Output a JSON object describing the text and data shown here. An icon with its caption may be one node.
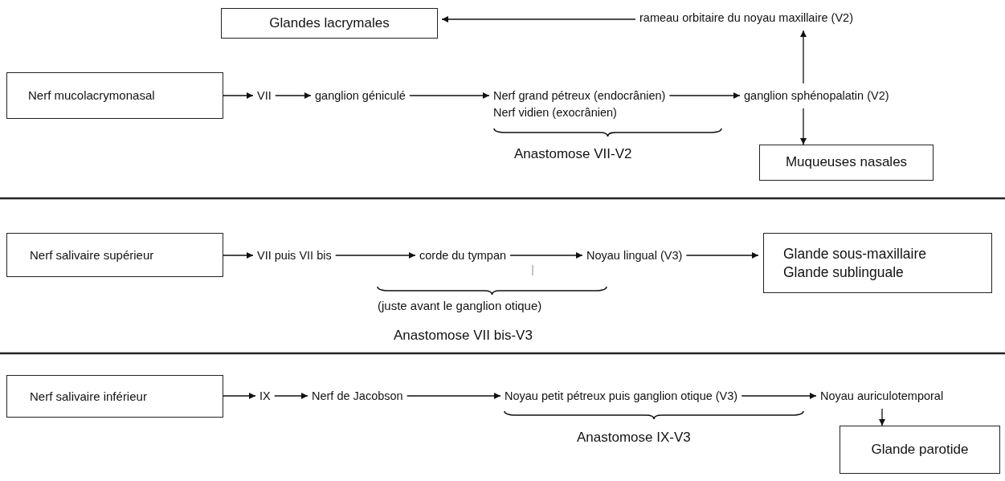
{
  "diagram": {
    "nodes": [
      {
        "text": [
          "Glandes lacrymales"
        ]
      },
      {
        "text": [
          "rameau orbitaire du noyau maxillaire (V2)"
        ]
      },
      {
        "text": [
          "Nerf mucolacrymonasal"
        ]
      },
      {
        "text": [
          "VII"
        ]
      },
      {
        "text": [
          "ganglion géniculé"
        ]
      },
      {
        "text": [
          "Nerf grand pétreux (endocrânien)",
          "Nerf vidien (exocrânien)"
        ]
      },
      {
        "text": [
          "ganglion sphénopalatin (V2)"
        ]
      },
      {
        "text": [
          "Muqueuses nasales"
        ]
      },
      {
        "text": [
          "Nerf salivaire supérieur"
        ]
      },
      {
        "text": [
          "VII puis VII bis"
        ]
      },
      {
        "text": [
          "corde du tympan"
        ]
      },
      {
        "text": [
          "Noyau lingual (V3)"
        ]
      },
      {
        "text": [
          "Glande sous-maxillaire",
          "Glande sublinguale"
        ]
      },
      {
        "text": [
          "Nerf salivaire inférieur"
        ]
      },
      {
        "text": [
          "IX"
        ]
      },
      {
        "text": [
          "Nerf de Jacobson"
        ]
      },
      {
        "text": [
          "Noyau petit pétreux puis ganglion otique (V3)"
        ]
      },
      {
        "text": [
          "Noyau auriculotemporal"
        ]
      },
      {
        "text": [
          "Glande parotide"
        ]
      }
    ],
    "edges": [
      {
        "from": 1,
        "to": 0,
        "arrow": "to"
      },
      {
        "from": 2,
        "to": 3,
        "arrow": "to"
      },
      {
        "from": 3,
        "to": 4,
        "arrow": "to"
      },
      {
        "from": 4,
        "to": 5,
        "arrow": "to"
      },
      {
        "from": 5,
        "to": 6,
        "arrow": "to"
      },
      {
        "from": 6,
        "to": 1,
        "arrow": "to"
      },
      {
        "from": 6,
        "to": 7,
        "arrow": "to"
      },
      {
        "from": 8,
        "to": 9,
        "arrow": "to"
      },
      {
        "from": 9,
        "to": 10,
        "arrow": "to"
      },
      {
        "from": 10,
        "to": 11,
        "arrow": "to"
      },
      {
        "from": 11,
        "to": 12,
        "arrow": "to"
      },
      {
        "from": 13,
        "to": 14,
        "arrow": "to"
      },
      {
        "from": 14,
        "to": 15,
        "arrow": "to"
      },
      {
        "from": 15,
        "to": 16,
        "arrow": "to"
      },
      {
        "from": 16,
        "to": 17,
        "arrow": "to"
      },
      {
        "from": 17,
        "to": 18,
        "arrow": "to"
      }
    ],
    "labels": [
      "Anastomose VII-V2",
      "(juste avant le ganglion otique)",
      "Anastomose VII bis-V3",
      "Anastomose IX-V3"
    ]
  }
}
